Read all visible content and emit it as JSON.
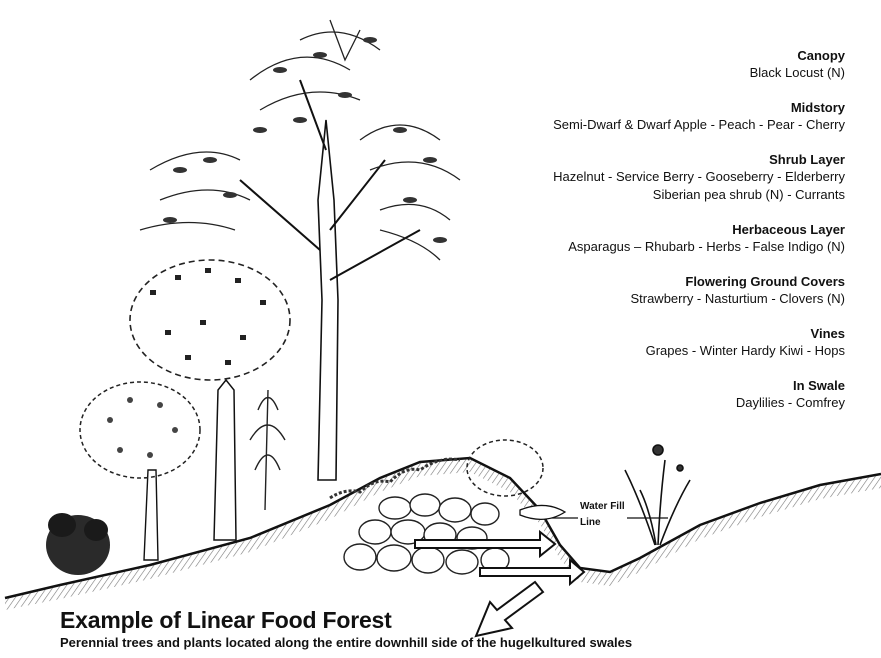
{
  "legend": {
    "layers": [
      {
        "title": "Canopy",
        "plants": [
          "Black Locust (N)"
        ]
      },
      {
        "title": "Midstory",
        "plants": [
          "Semi-Dwarf & Dwarf Apple - Peach - Pear - Cherry"
        ]
      },
      {
        "title": "Shrub Layer",
        "plants": [
          "Hazelnut - Service Berry - Gooseberry - Elderberry",
          "Siberian pea shrub (N) - Currants"
        ]
      },
      {
        "title": "Herbaceous Layer",
        "plants": [
          "Asparagus – Rhubarb - Herbs - False Indigo (N)"
        ]
      },
      {
        "title": "Flowering Ground Covers",
        "plants": [
          "Strawberry - Nasturtium - Clovers (N)"
        ]
      },
      {
        "title": "Vines",
        "plants": [
          "Grapes - Winter Hardy Kiwi - Hops"
        ]
      },
      {
        "title": "In Swale",
        "plants": [
          "Daylilies - Comfrey"
        ]
      }
    ]
  },
  "water_fill": {
    "line1": "Water Fill",
    "line2": "Line"
  },
  "caption": {
    "title": "Example of Linear Food Forest",
    "subtitle": "Perennial trees and plants located along the entire downhill side of the hugelkultured swales"
  },
  "colors": {
    "ink": "#1a1a1a",
    "paper": "#ffffff"
  },
  "icons": [
    "canopy-tree-icon",
    "midstory-tree-icon",
    "shrub-icon",
    "log-pile-icon",
    "downhill-arrow-icon",
    "daylily-icon"
  ]
}
